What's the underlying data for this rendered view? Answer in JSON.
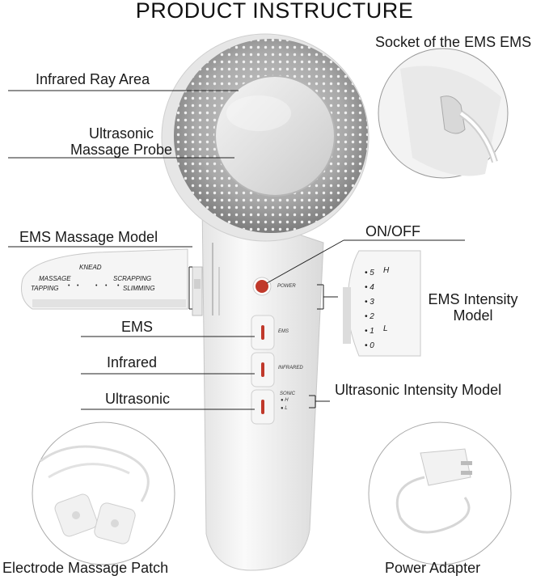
{
  "title": "PRODUCT INSTRUCTURE",
  "labels": {
    "infrared_ray_area": "Infrared Ray Area",
    "ultrasonic_probe_1": "Ultrasonic",
    "ultrasonic_probe_2": "Massage Probe",
    "socket": "Socket of the EMS EMS",
    "ems_massage_model": "EMS Massage Model",
    "on_off": "ON/OFF",
    "ems_intensity_1": "EMS Intensity",
    "ems_intensity_2": "Model",
    "ems": "EMS",
    "infrared": "Infrared",
    "ultrasonic": "Ultrasonic",
    "ultrasonic_intensity": "Ultrasonic Intensity Model",
    "electrode_patch": "Electrode Massage Patch",
    "power_adapter": "Power Adapter"
  },
  "device": {
    "power_label": "POWER",
    "ems_button_label": "EMS",
    "infrared_button_label": "INFRARED",
    "sonic_label": "SONIC",
    "sonic_h": "H",
    "sonic_l": "L"
  },
  "mode_inset": {
    "knead": "KNEAD",
    "massage": "MASSAGE",
    "scrapping": "SCRAPPING",
    "tapping": "TAPPING",
    "slimming": "SLIMMING"
  },
  "intensity_inset": {
    "levels": [
      "5",
      "4",
      "3",
      "2",
      "1",
      "0"
    ],
    "high": "H",
    "low": "L"
  },
  "colors": {
    "button_red": "#c0392b",
    "device_body": "#f2f2f2",
    "ring_gray": "#9a9a9a"
  }
}
